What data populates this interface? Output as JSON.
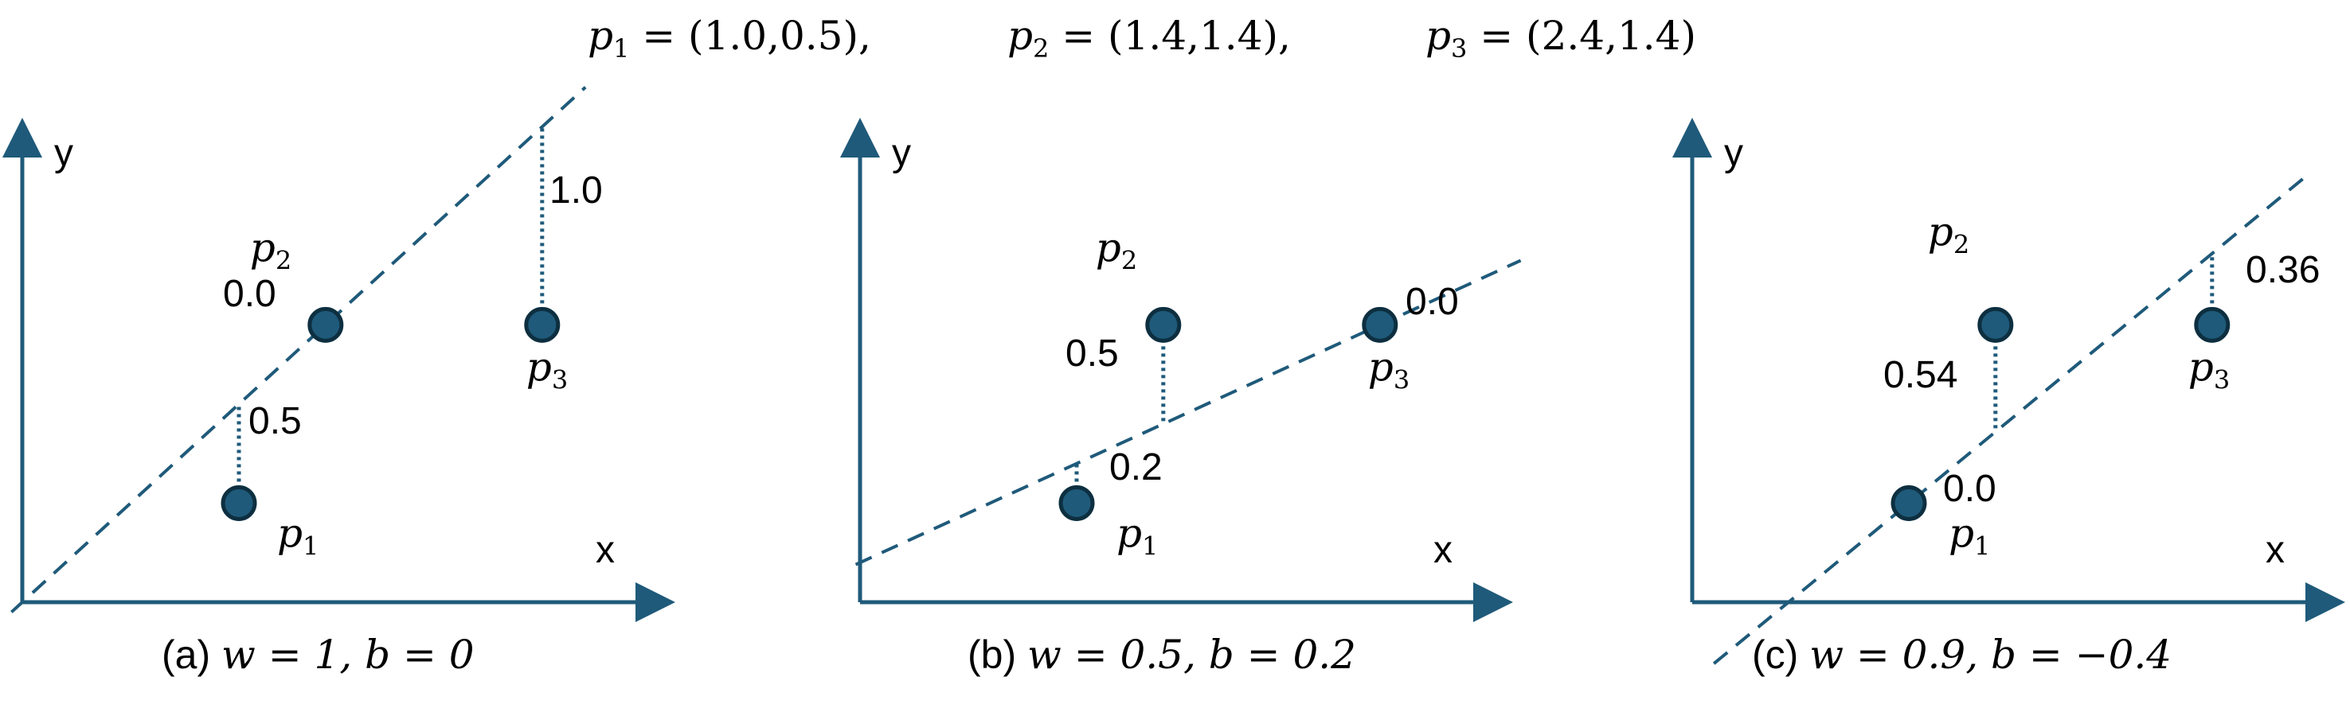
{
  "header": {
    "p1": {
      "name": "p",
      "sub": "1",
      "coords": " = (1.0,0.5),"
    },
    "p2": {
      "name": "p",
      "sub": "2",
      "coords": " = (1.4,1.4),"
    },
    "p3": {
      "name": "p",
      "sub": "3",
      "coords": " = (2.4,1.4)"
    }
  },
  "axis_labels": {
    "x": "x",
    "y": "y"
  },
  "point_labels": {
    "p1": {
      "name": "p",
      "sub": "1"
    },
    "p2": {
      "name": "p",
      "sub": "2"
    },
    "p3": {
      "name": "p",
      "sub": "3"
    }
  },
  "colors": {
    "point_fill": "#1f5a7a",
    "point_stroke": "#0d2f40",
    "line": "#1f5a7a",
    "axis": "#1f5a7a",
    "residual": "#1f5a7a"
  },
  "panels": [
    {
      "id": "a",
      "caption_prefix": "(a) ",
      "caption_eq": "w = 1, b = 0",
      "w": 1,
      "b": 0,
      "residuals": {
        "p1": "0.5",
        "p2": "0.0",
        "p3": "1.0"
      }
    },
    {
      "id": "b",
      "caption_prefix": "(b)  ",
      "caption_eq": "w = 0.5, b = 0.2",
      "w": 0.5,
      "b": 0.2,
      "residuals": {
        "p1": "0.2",
        "p2": "0.5",
        "p3": "0.0"
      }
    },
    {
      "id": "c",
      "caption_prefix": "(c) ",
      "caption_eq": "w = 0.9, b = −0.4",
      "w": 0.9,
      "b": -0.4,
      "residuals": {
        "p1": "0.0",
        "p2": "0.54",
        "p3": "0.36"
      }
    }
  ]
}
